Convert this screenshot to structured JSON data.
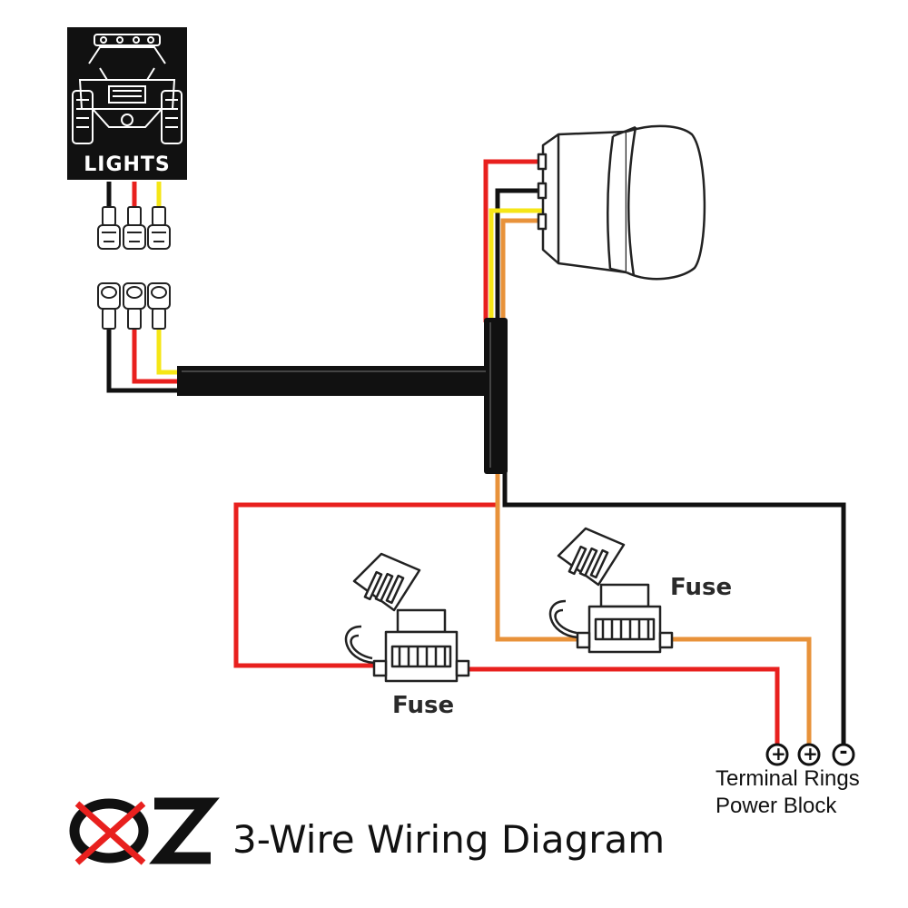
{
  "logo": {
    "badge_text": "LIGHTS",
    "brand_text": "OZ"
  },
  "labels": {
    "fuse_left": "Fuse",
    "fuse_right": "Fuse",
    "terminal_line1": "Terminal Rings",
    "terminal_line2": "Power Block",
    "title": "3-Wire Wiring Diagram",
    "term_plus_1": "+",
    "term_plus_2": "+",
    "term_minus": "-"
  },
  "colors": {
    "red": "#e8201e",
    "black": "#111111",
    "yellow": "#f5e616",
    "orange": "#e8923a",
    "brand_red": "#e8201e"
  }
}
